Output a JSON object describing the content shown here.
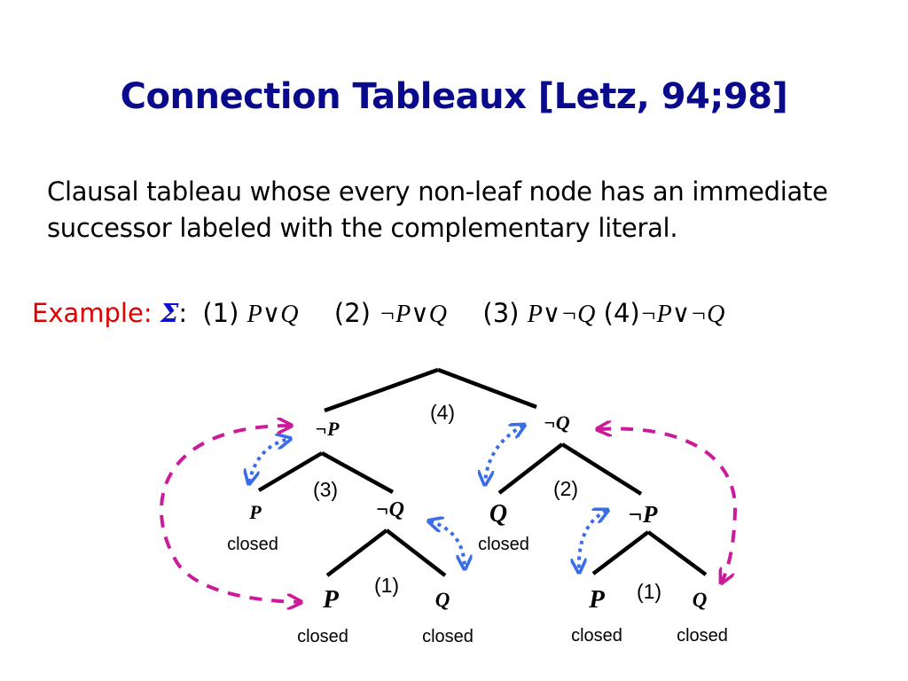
{
  "slide": {
    "title": "Connection Tableaux [Letz, 94;98]",
    "description_lines": [
      "Clausal tableau whose every non-leaf node has an immediate",
      "successor labeled with the complementary literal."
    ]
  },
  "example": {
    "label": "Example:",
    "sigma": "Σ",
    "colon": ":",
    "clauses": [
      {
        "num": "(1)",
        "literal": "P∨Q"
      },
      {
        "num": "(2)",
        "literal": "¬P∨Q"
      },
      {
        "num": "(3)",
        "literal": "P∨¬Q"
      },
      {
        "num": "(4)",
        "literal": "¬P∨¬Q"
      }
    ]
  },
  "tree": {
    "clause_labels": {
      "root": "(4)",
      "left": "(3)",
      "right": "(2)",
      "left_bottom": "(1)",
      "right_bottom": "(1)"
    },
    "nodes": {
      "n_negP": "¬P",
      "n_negQ": "¬Q",
      "n_P_leaf": "P",
      "n_negQ2": "¬Q",
      "n_Q_leaf": "Q",
      "n_negP2": "¬P",
      "n_P_ll": "P",
      "n_Q_lr": "Q",
      "n_P_rl": "P",
      "n_Q_rr": "Q"
    },
    "closed_label": "closed",
    "colors": {
      "edges": "#000000",
      "close_arrow_blue": "#3a6ee8",
      "close_arrow_magenta": "#cc1a9a"
    }
  }
}
